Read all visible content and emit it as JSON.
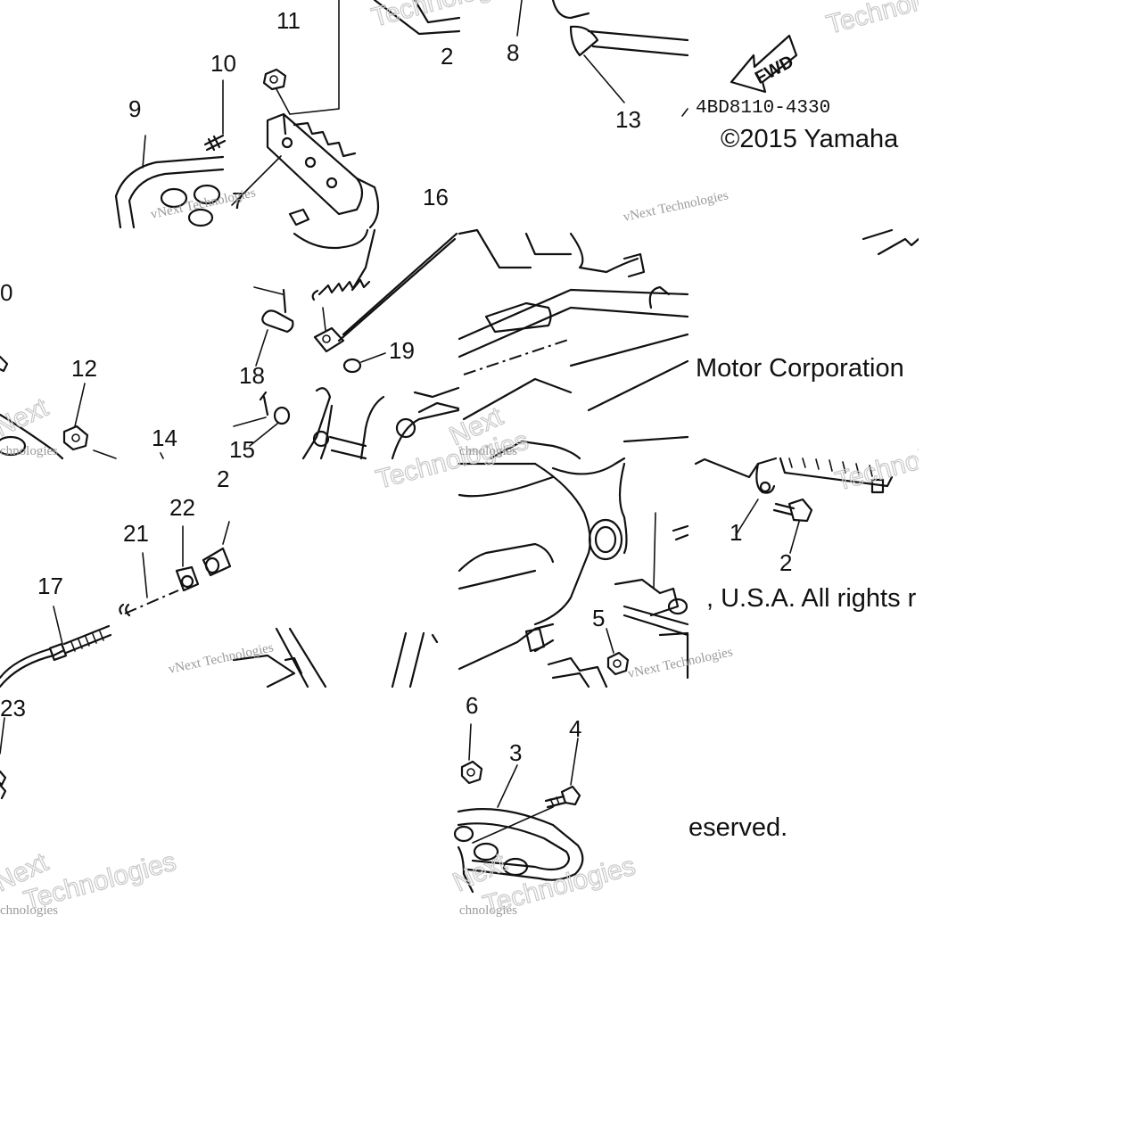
{
  "callouts": {
    "n1": "1",
    "n2": "2",
    "n3": "3",
    "n4": "4",
    "n5": "5",
    "n6": "6",
    "n7": "7",
    "n8": "8",
    "n9": "9",
    "n10a": "10",
    "n10b": "0",
    "n11": "11",
    "n12": "12",
    "n13": "13",
    "n14": "14",
    "n15": "15",
    "n16": "16",
    "n17": "17",
    "n18": "18",
    "n19": "19",
    "n20": "2",
    "n21": "21",
    "n22": "22",
    "n23": "23",
    "n24": "2"
  },
  "diagram_code": "4BD8110-4330",
  "fwd_label": "FWD",
  "copyright": {
    "line1": "©2015 Yamaha",
    "line2": "Motor Corporation",
    "line3": ", U.S.A. All rights r",
    "line4": "eserved."
  },
  "watermarks": {
    "technologies": "Technologies",
    "vnext": "vNext Technologies",
    "next": "Next",
    "partial": "chnologies"
  }
}
